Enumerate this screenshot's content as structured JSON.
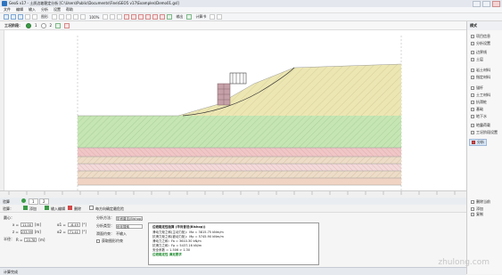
{
  "window": {
    "title": "GeoS v17 - 土质边坡稳定分析 [C:\\Users\\Public\\Documents\\Fine\\GEO5 v17\\Examples\\Demo01.gsl]"
  },
  "menu": [
    "文件",
    "编辑",
    "输入",
    "分析",
    "设置",
    "帮助"
  ],
  "toolbar": {
    "view_label": "图形",
    "zoom_label": "100%",
    "output_label": "输出",
    "report_label": "计算书"
  },
  "stage_bar": {
    "label": "工况阶段：",
    "stages": [
      "1",
      "2"
    ]
  },
  "right_panel": {
    "header": "模式",
    "items": [
      "项目信息",
      "分析设置",
      "边界线",
      "土层",
      "岩土材料",
      "指定材料",
      "锚杆",
      "土工材料",
      "抗滑桩",
      "基础",
      "地下水",
      "地震荷载",
      "工况阶段设置",
      "分析"
    ],
    "bottom_items": [
      "删除当前",
      "添加",
      "复制"
    ]
  },
  "bottom_panel": {
    "tabs": [
      "验算",
      "1",
      "2"
    ],
    "subbar_items": [
      "验算：",
      "添加",
      "输入编辑",
      "删除",
      "每方向确定最危险"
    ],
    "fields": [
      {
        "label": "圆心：",
        "sub": "x =",
        "value": "11.00",
        "unit": "[m]"
      },
      {
        "label": "",
        "sub": "z =",
        "value": "233.99",
        "unit": "[m]"
      },
      {
        "label": "半径：",
        "sub": "R =",
        "value": "20.78",
        "unit": "[m]"
      }
    ],
    "angles": [
      {
        "sub": "α1 =",
        "value": "-6.49",
        "unit": "[°]"
      },
      {
        "sub": "α2 =",
        "value": "71.41",
        "unit": "[°]"
      }
    ],
    "analysis_options": [
      {
        "label": "分析方法：",
        "value": "毕肖普法(Bishop)"
      },
      {
        "label": "分析类型：",
        "value": "优化搜索"
      },
      {
        "label": "滑面约束：",
        "value": "不输入"
      },
      {
        "label": "",
        "value": "获取图形约束"
      }
    ],
    "results_title": "边坡稳定性验算 (毕肖普法(Bishop))",
    "results_lines": [
      "滑动力矩之和(主动力矩)：Ma = 3815.75 kNm/m",
      "抗滑力矩之和(被动力矩)：Mp = 5745.90 kNm/m",
      "滑动力之和：Fa = 3610.30 kN/m",
      "抗滑力之和：Fp = 5437.16 kN/m",
      "安全系数 = 1.506 > 1.30",
      "边坡稳定性 满足要求"
    ],
    "results_ok": "满足要求"
  },
  "status": {
    "text": "计算完成",
    "watermark": "zhulong.com"
  },
  "colors": {
    "soil_top": "#ece6b3",
    "soil_green": "#c5e6b3",
    "soil_red": "#f0c6c6",
    "soil_pink": "#f3dada",
    "soil_tan": "#eddcc8",
    "wall": "#c5a0a8",
    "slip_circle": "#333333",
    "active_item": "#d8e6f6"
  }
}
